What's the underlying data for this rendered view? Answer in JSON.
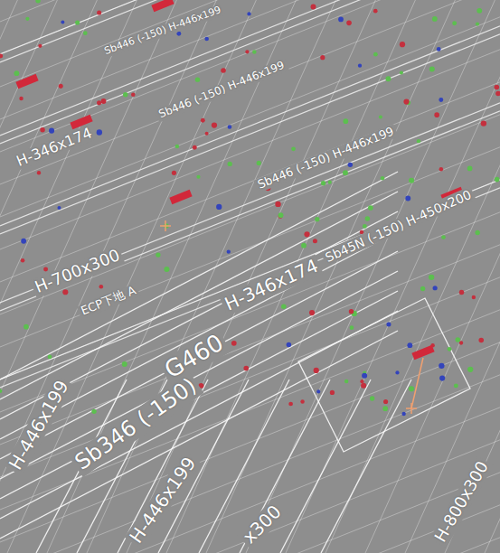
{
  "diagram": {
    "labels": [
      "Sb446 (-150) H-446x199",
      "Sb446 (-150) H-446x199",
      "H-346x174",
      "Sb446 (-150) H-446x199",
      "Sb45N (-150) H-450x200",
      "H-700x300",
      "ECP下地 A",
      "H-346x174",
      "G460",
      "Sb346 (-150)",
      "H-446x199",
      "H-800x300",
      "H-446x199",
      "x300"
    ]
  }
}
